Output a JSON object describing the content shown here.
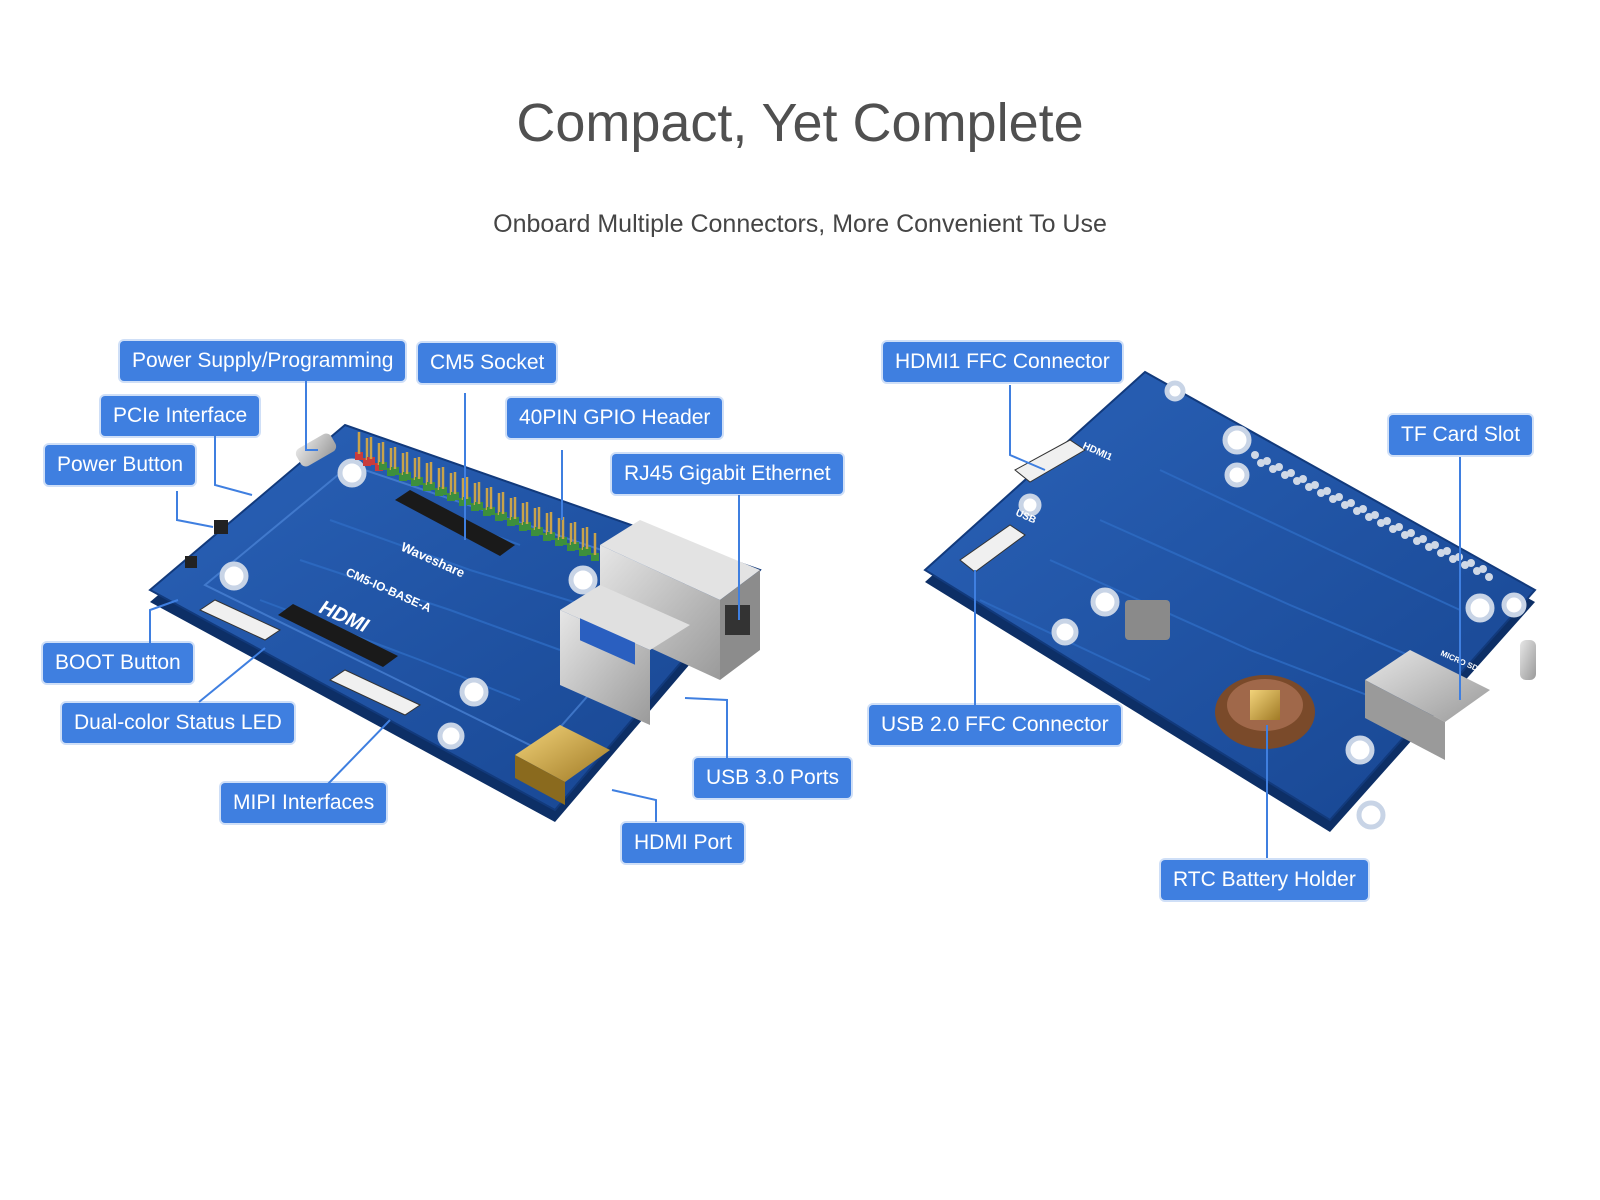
{
  "header": {
    "title": "Compact, Yet Complete",
    "subtitle": "Onboard Multiple Connectors, More Convenient To Use"
  },
  "board_front": {
    "silkscreen_brand": "Waveshare",
    "silkscreen_model": "CM5-IO-BASE-A",
    "silkscreen_hdmi": "HDMI",
    "labels": {
      "power_supply": "Power Supply/Programming",
      "cm5_socket": "CM5 Socket",
      "pcie": "PCIe Interface",
      "gpio": "40PIN GPIO Header",
      "power_button": "Power Button",
      "rj45": "RJ45 Gigabit Ethernet",
      "boot_button": "BOOT Button",
      "status_led": "Dual-color Status LED",
      "mipi": "MIPI Interfaces",
      "usb3": "USB 3.0 Ports",
      "hdmi_port": "HDMI Port"
    }
  },
  "board_back": {
    "silkscreen_hdmi1": "HDMI1",
    "silkscreen_usb": "USB",
    "silkscreen_card": "MICRO SD CARD",
    "labels": {
      "hdmi1_ffc": "HDMI1 FFC Connector",
      "tf_card": "TF Card Slot",
      "usb2_ffc": "USB 2.0 FFC Connector",
      "rtc": "RTC Battery Holder"
    }
  },
  "colors": {
    "label_bg": "#3f7fe0",
    "pcb": "#1c4fa0",
    "title_text": "#505050"
  }
}
